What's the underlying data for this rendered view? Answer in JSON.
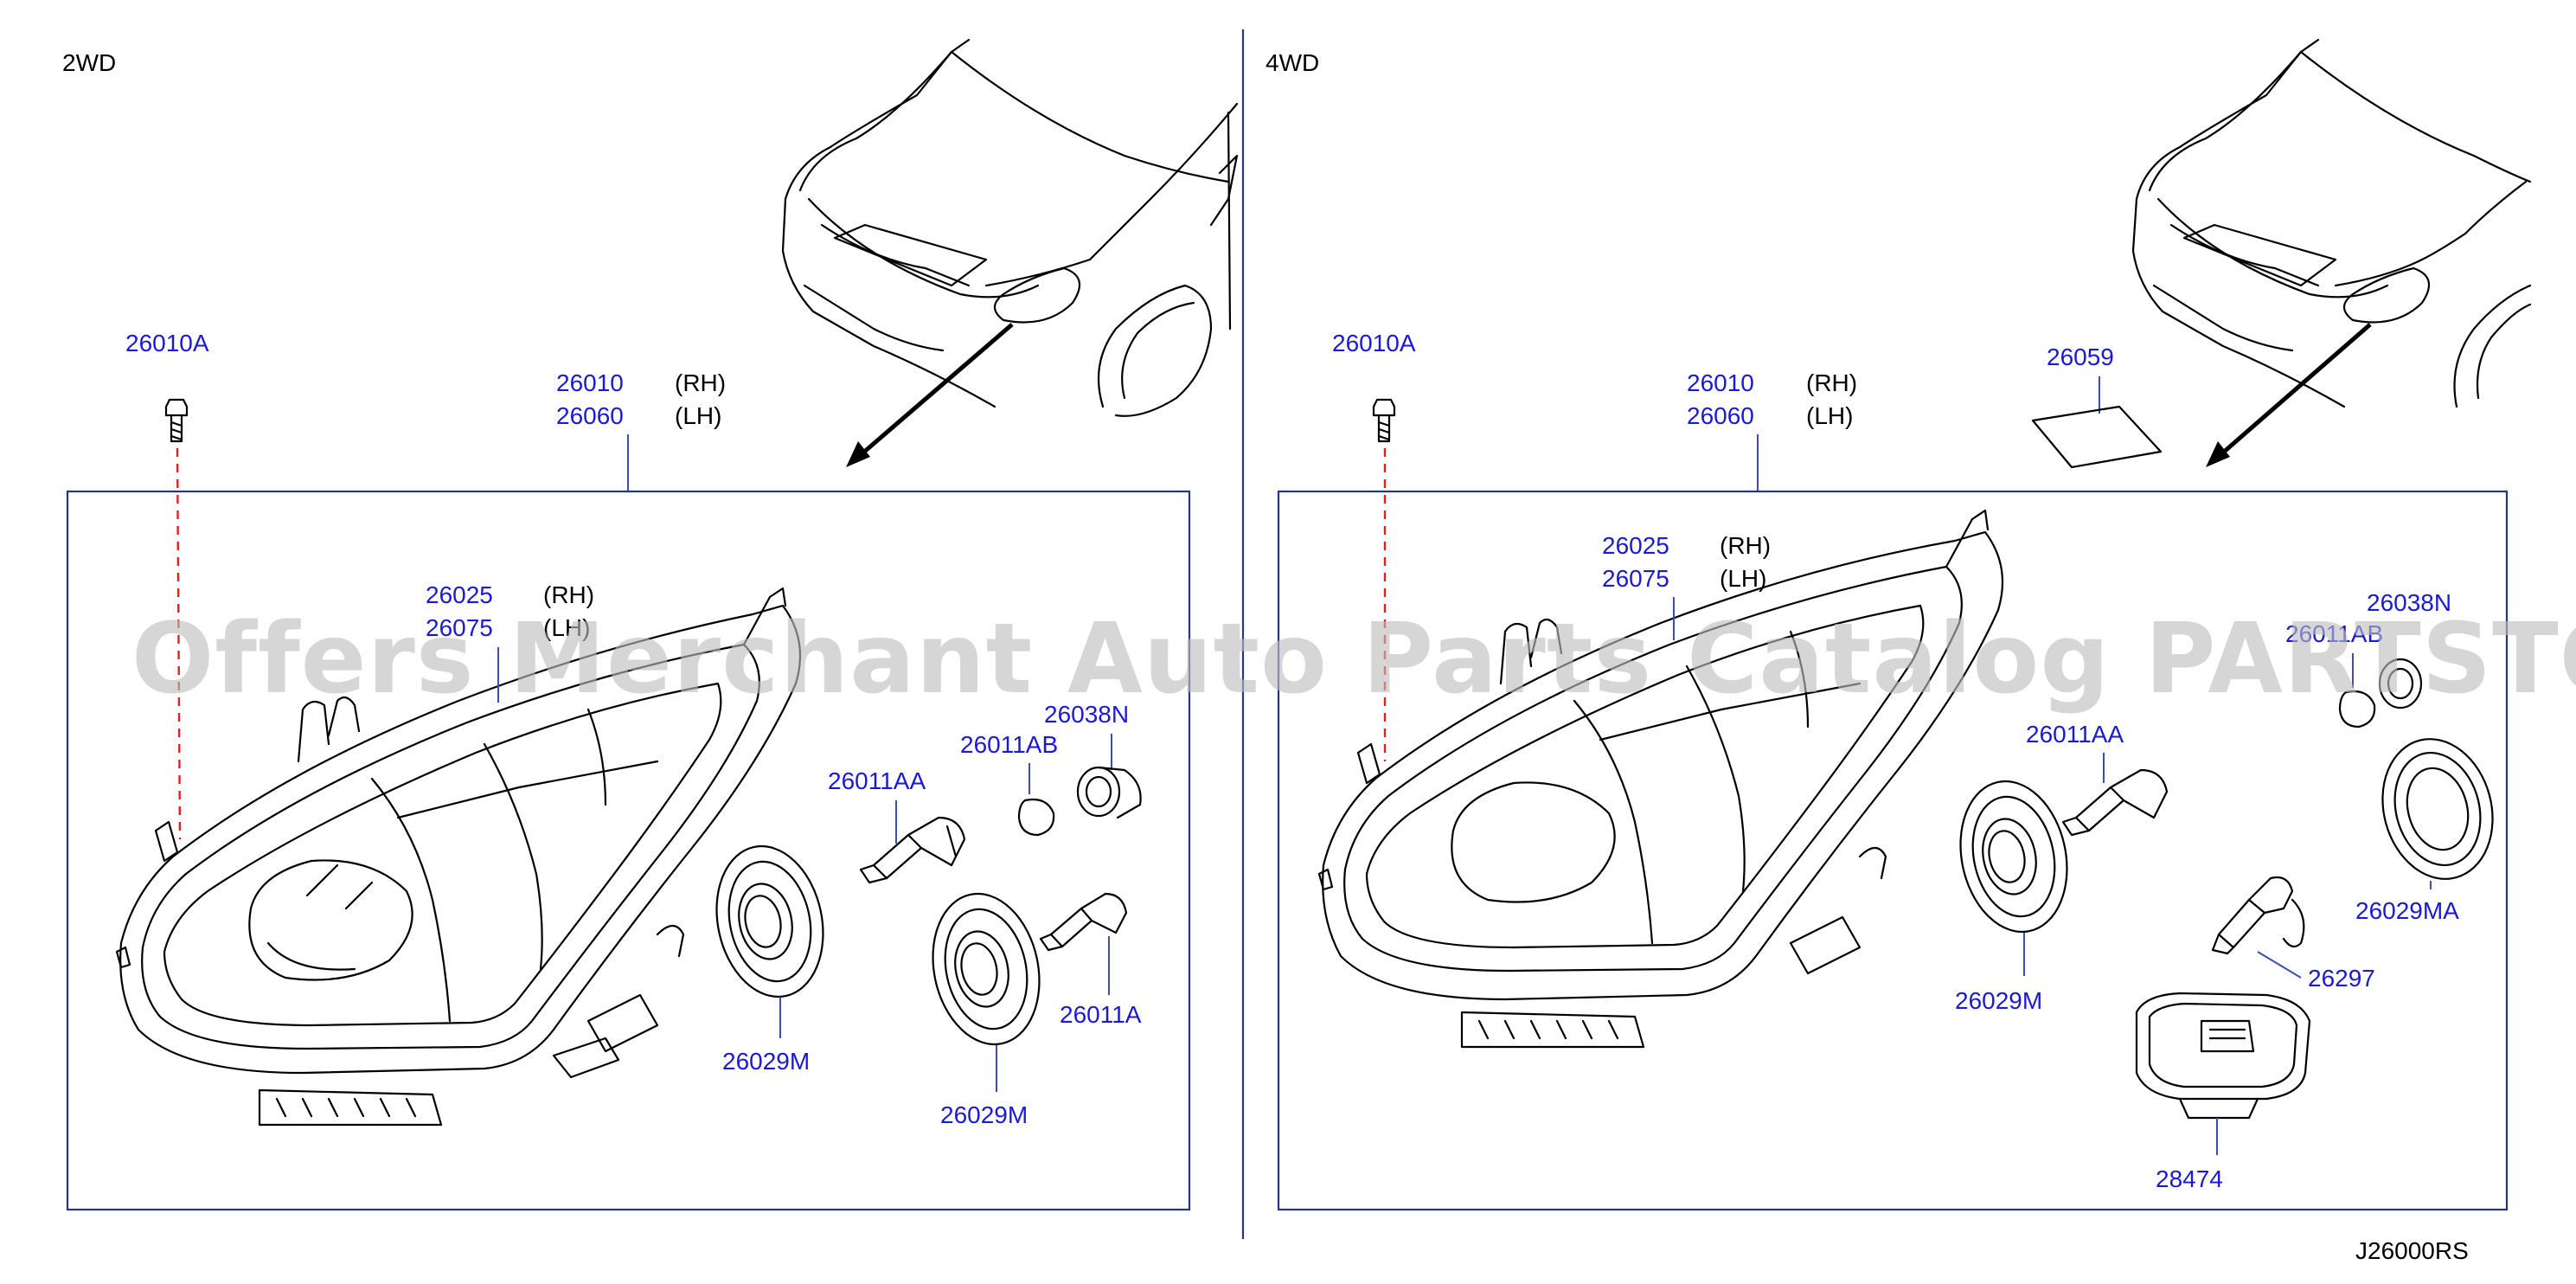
{
  "sections": {
    "left": "2WD",
    "right": "4WD"
  },
  "diagram_code": "J26000RS",
  "watermark": "Offers Merchant Auto Parts Catalog PARTSTORE.SA",
  "left": {
    "bolt": "26010A",
    "housing_rh": "26010",
    "housing_lh": "26060",
    "rh": "(RH)",
    "lh": "(LH)",
    "lamp_rh": "26025",
    "lamp_lh": "26075",
    "lamp_rh_side": "(RH)",
    "lamp_lh_side": "(LH)",
    "socket": "26038N",
    "bulb_ab": "26011AB",
    "bulb_aa": "26011AA",
    "bulb_a": "26011A",
    "cap_1": "26029M",
    "cap_2": "26029M"
  },
  "right": {
    "bolt": "26010A",
    "housing_rh": "26010",
    "housing_lh": "26060",
    "rh": "(RH)",
    "lh": "(LH)",
    "label_plate": "26059",
    "lamp_rh": "26025",
    "lamp_lh": "26075",
    "lamp_rh_side": "(RH)",
    "lamp_lh_side": "(LH)",
    "socket": "26038N",
    "bulb_ab": "26011AB",
    "bulb_aa": "26011AA",
    "cap_m": "26029M",
    "cap_ma": "26029MA",
    "bulb_hid": "26297",
    "ballast": "28474"
  }
}
